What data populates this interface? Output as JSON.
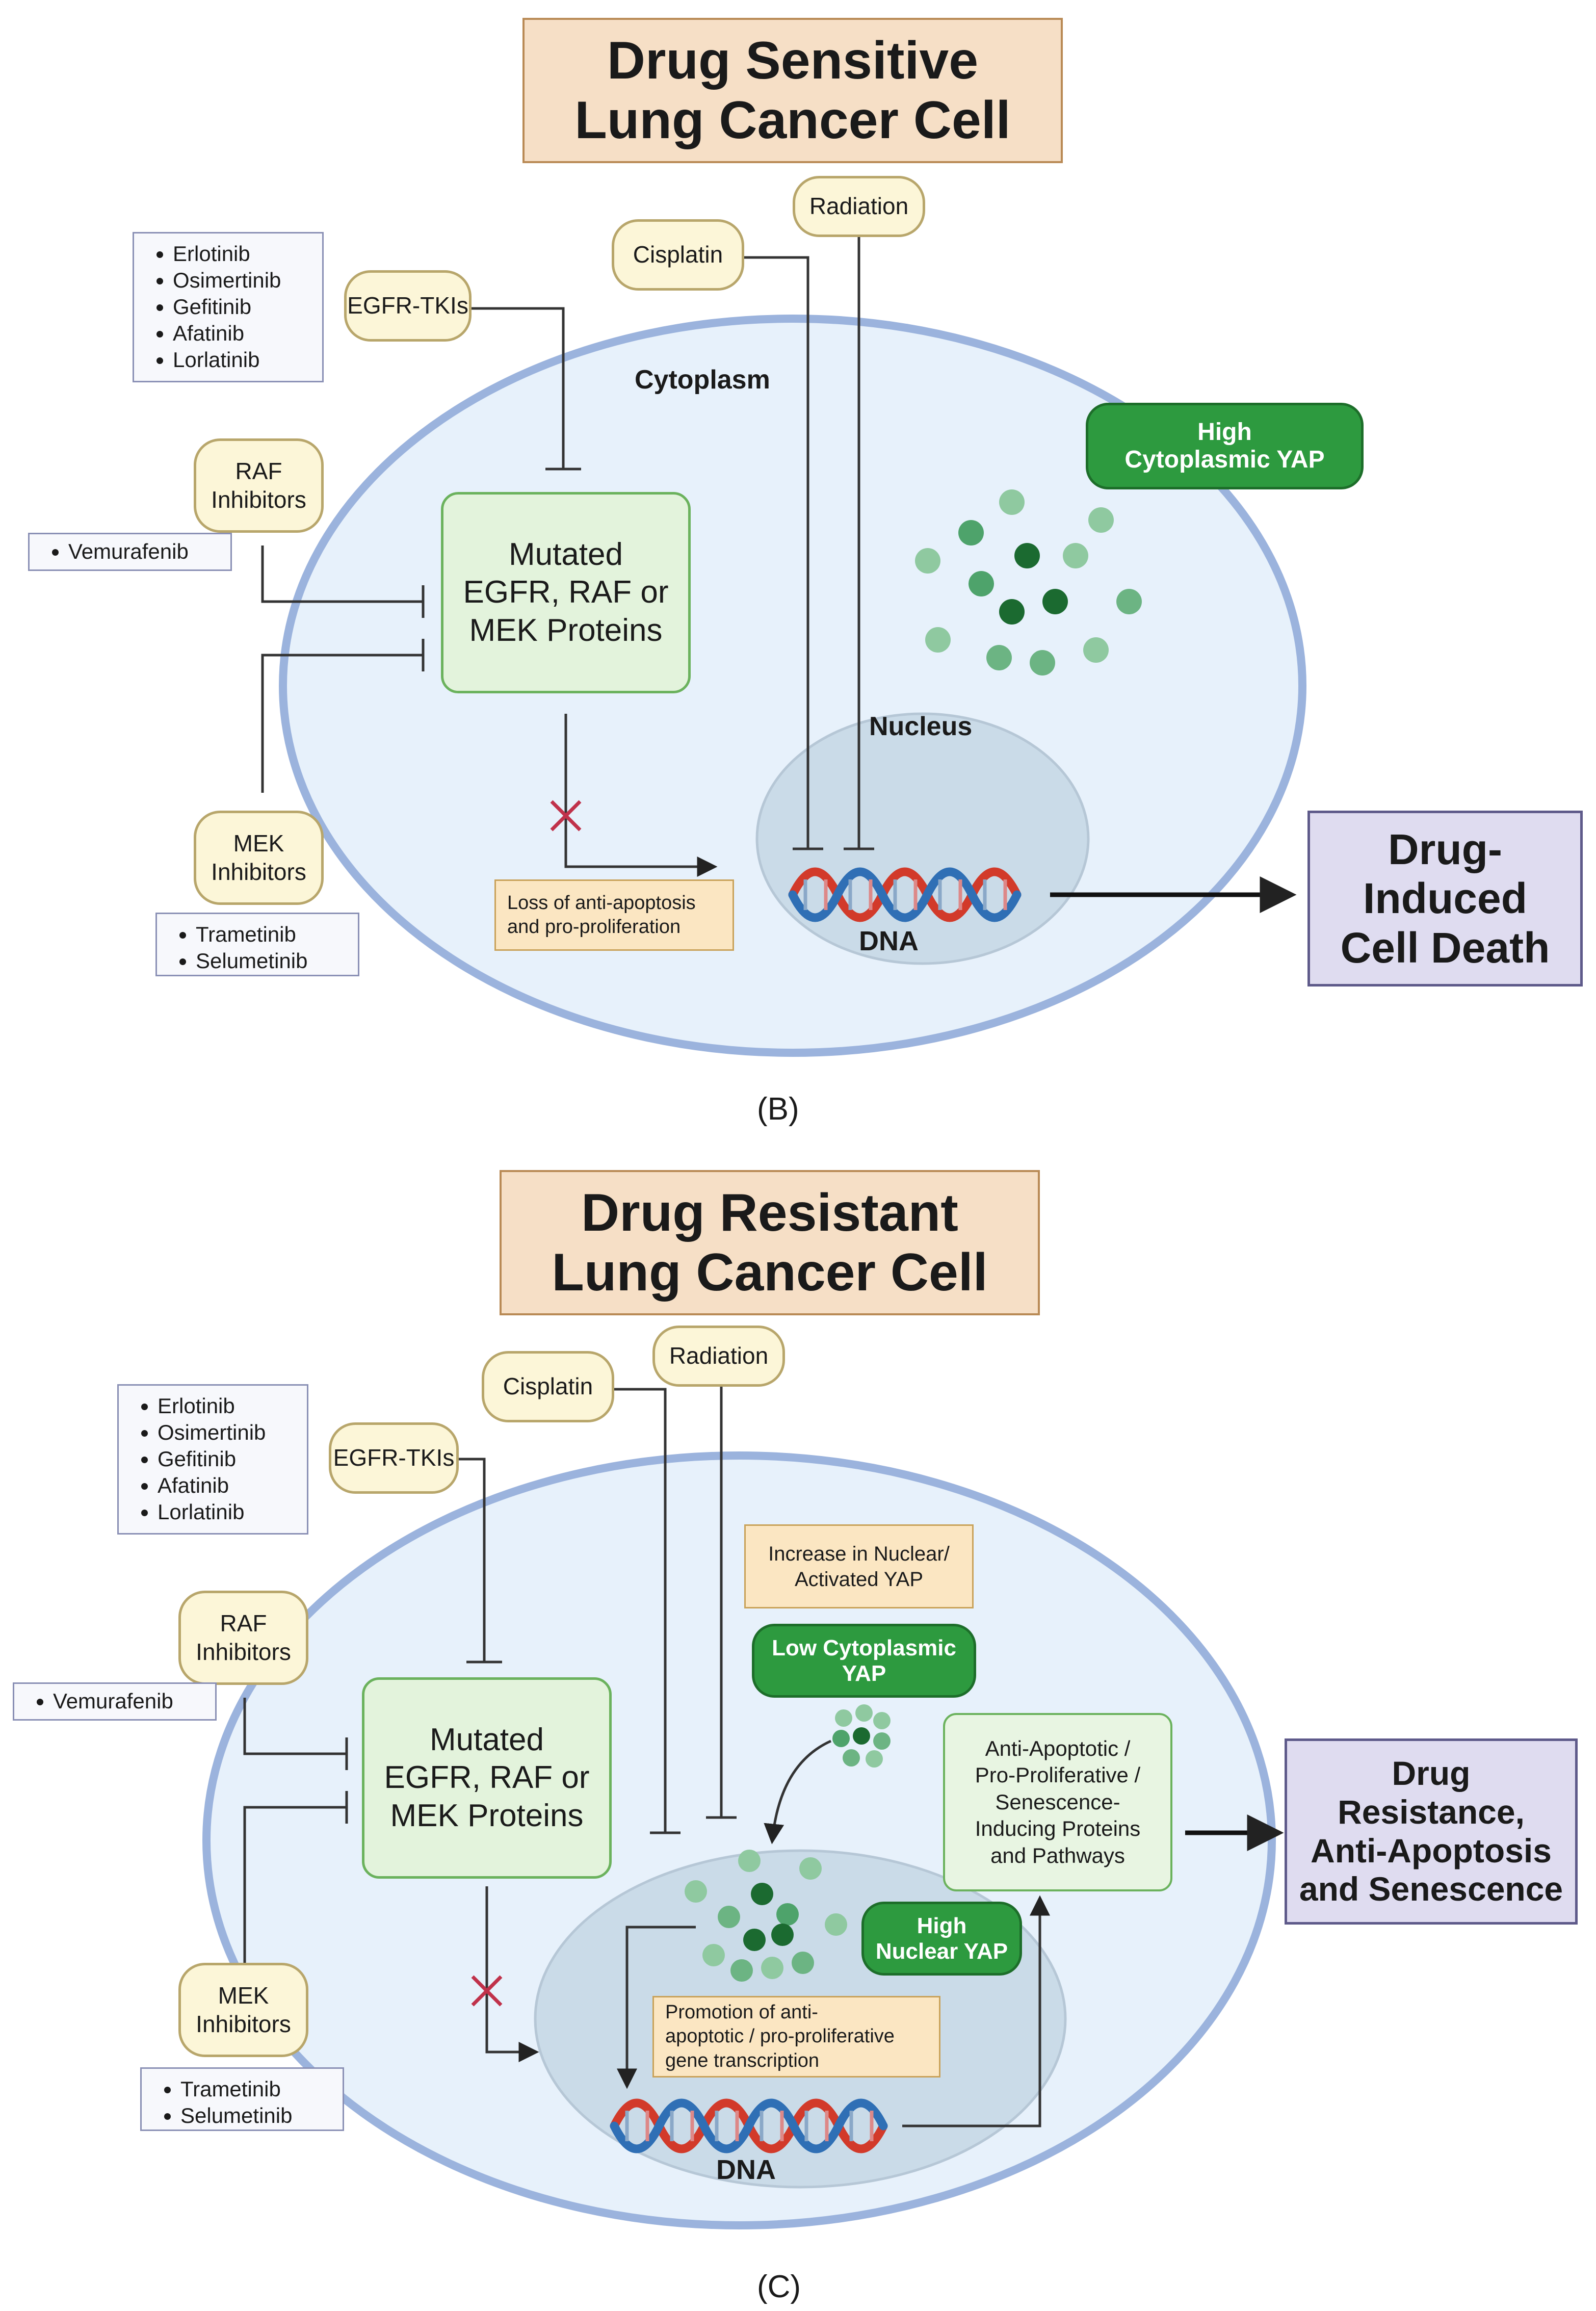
{
  "panel_b": {
    "title": [
      "Drug Sensitive",
      "Lung Cancer Cell"
    ],
    "drugs_egfr": [
      "Erlotinib",
      "Osimertinib",
      "Gefitinib",
      "Afatinib",
      "Lorlatinib"
    ],
    "egfr_tkis": "EGFR-TKIs",
    "cisplatin": "Cisplatin",
    "radiation": "Radiation",
    "cytoplasm": "Cytoplasm",
    "yap": [
      "High",
      "Cytoplasmic YAP"
    ],
    "raf_inhibitors": [
      "RAF",
      "Inhibitors"
    ],
    "drugs_raf": [
      "Vemurafenib"
    ],
    "protein": [
      "Mutated",
      "EGFR, RAF or",
      "MEK Proteins"
    ],
    "nucleus": "Nucleus",
    "mek_inhibitors": [
      "MEK",
      "Inhibitors"
    ],
    "loss_note": [
      "Loss of anti-apoptosis",
      "and pro-proliferation"
    ],
    "dna": "DNA",
    "drugs_mek": [
      "Trametinib",
      "Selumetinib"
    ],
    "outcome": [
      "Drug-",
      "Induced",
      "Cell Death"
    ],
    "panel_label": "(B)"
  },
  "panel_c": {
    "title": [
      "Drug Resistant",
      "Lung Cancer Cell"
    ],
    "drugs_egfr": [
      "Erlotinib",
      "Osimertinib",
      "Gefitinib",
      "Afatinib",
      "Lorlatinib"
    ],
    "egfr_tkis": "EGFR-TKIs",
    "cisplatin": "Cisplatin",
    "radiation": "Radiation",
    "increase_note": [
      "Increase in Nuclear/",
      "Activated YAP"
    ],
    "low_yap": [
      "Low Cytoplasmic",
      "YAP"
    ],
    "raf_inhibitors": [
      "RAF",
      "Inhibitors"
    ],
    "drugs_raf": [
      "Vemurafenib"
    ],
    "protein": [
      "Mutated",
      "EGFR, RAF or",
      "MEK Proteins"
    ],
    "pathways": [
      "Anti-Apoptotic /",
      "Pro-Proliferative /",
      "Senescence-",
      "Inducing Proteins",
      "and Pathways"
    ],
    "high_yap": [
      "High",
      "Nuclear YAP"
    ],
    "mek_inhibitors": [
      "MEK",
      "Inhibitors"
    ],
    "promotion_note": [
      "Promotion of anti-",
      "apoptotic / pro-proliferative",
      "gene transcription"
    ],
    "dna": "DNA",
    "drugs_mek": [
      "Trametinib",
      "Selumetinib"
    ],
    "outcome": [
      "Drug",
      "Resistance,",
      "Anti-Apoptosis",
      "and Senescence"
    ],
    "panel_label": "(C)"
  },
  "colors": {
    "cell_fill": "#e7f1fb",
    "cell_border": "#9bb3dd",
    "nucleus_fill": "#cadbe8",
    "yap_green": "#2d9a3f",
    "dna_red": "#d23a2a",
    "dna_blue": "#2f6fb5",
    "inhibit_x": "#c0314a"
  }
}
